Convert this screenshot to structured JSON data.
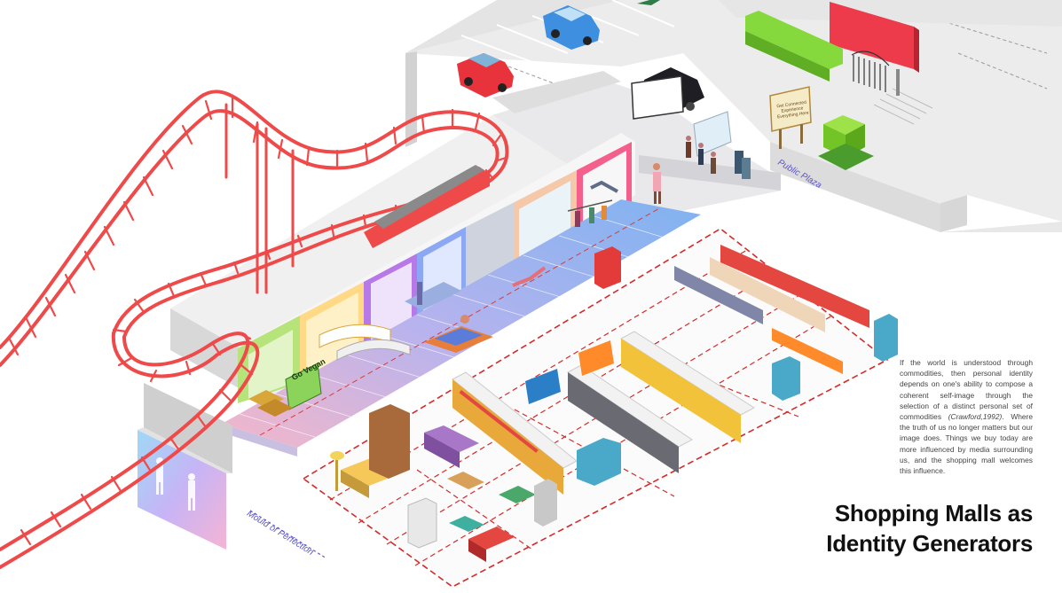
{
  "description_text": {
    "before_citation": "If the world is understood through commodities, then personal identity depends on one's ability to compose a coherent self-image through the selection of a distinct personal set of commodities ",
    "citation": "(Crawford,1992)",
    "after_citation": ". Where the truth of us no longer matters but our image does. Things we buy today are more influenced by media surrounding us, and the shopping mall welcomes this influence."
  },
  "title": {
    "line1": "Shopping Malls as",
    "line2": "Identity Generators"
  },
  "labels": {
    "public_plaza": "Public Plaza",
    "mould_of_perfection": "Mould of Perfection",
    "go_vegan": "Go Vegan",
    "sign_text": "Get Connected Experience Everything Here"
  },
  "colors": {
    "rollercoaster": "#ef4a4a",
    "dashed_outline": "#d42a2a",
    "label_purple": "#5b55c8",
    "title": "#111111",
    "billboard": "#ee3b4b",
    "planter_green": "#86d93c"
  }
}
